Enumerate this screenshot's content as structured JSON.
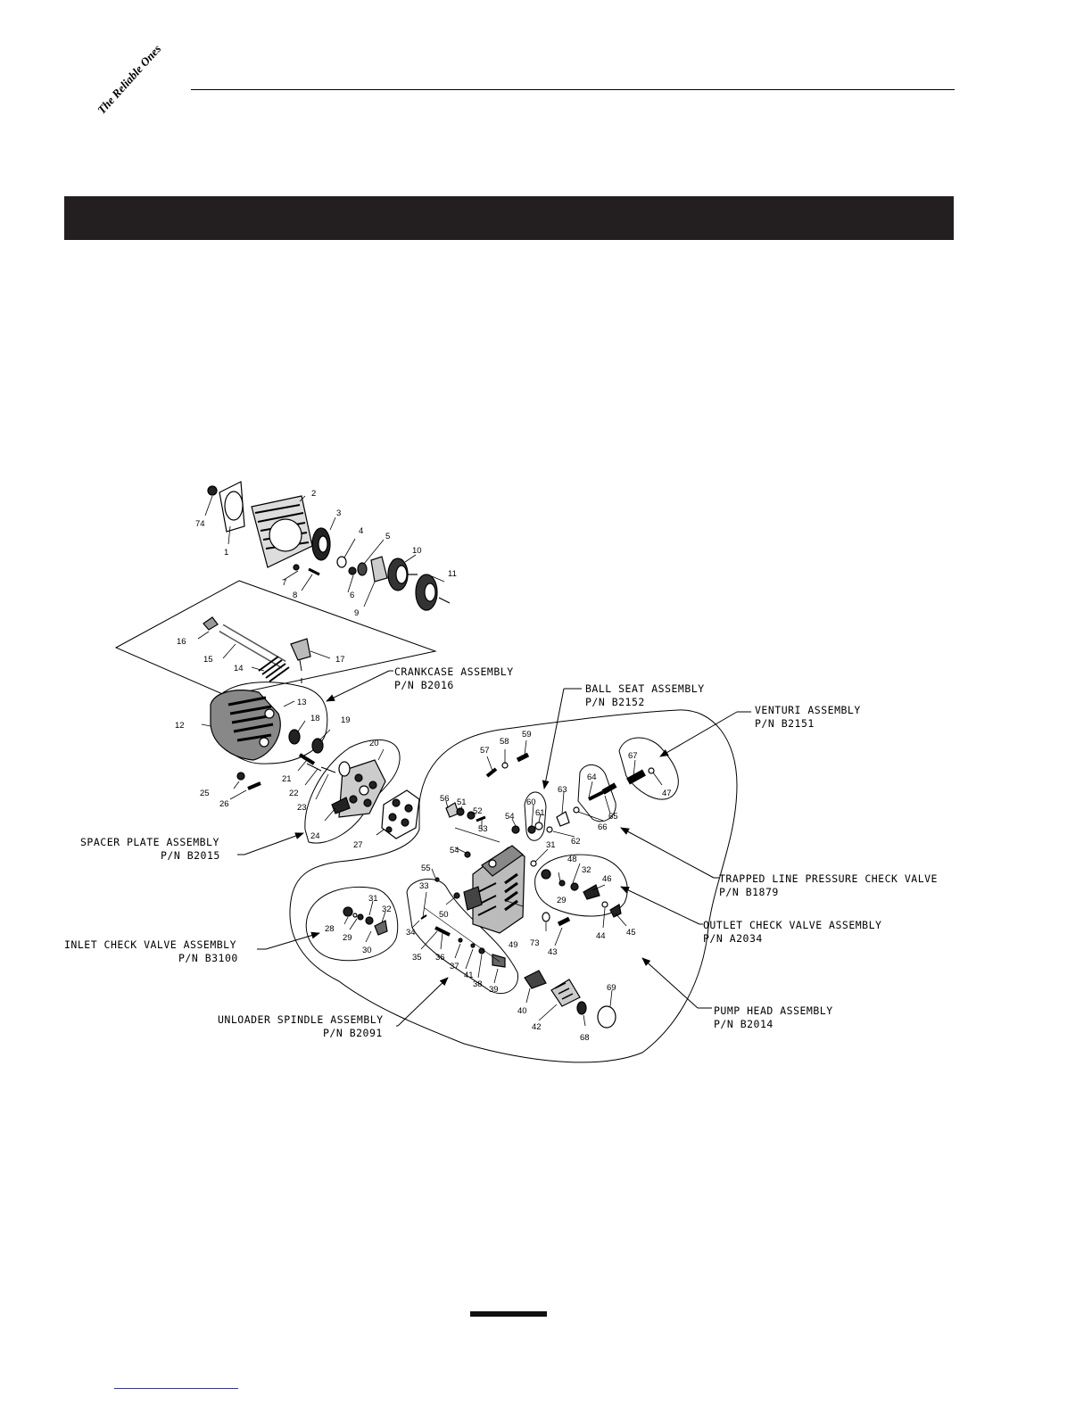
{
  "header": {
    "tagline": "The Reliable Ones"
  },
  "labels": {
    "crankcase": {
      "name": "CRANKCASE ASSEMBLY",
      "pn": "P/N  B2016"
    },
    "ball_seat": {
      "name": "BALL SEAT ASSEMBLY",
      "pn": "P/N  B2152"
    },
    "venturi": {
      "name": "VENTURI ASSEMBLY",
      "pn": "P/N  B2151"
    },
    "spacer_plate": {
      "name": "SPACER PLATE ASSEMBLY",
      "pn": "P/N  B2015"
    },
    "trapped_line": {
      "name": "TRAPPED LINE PRESSURE CHECK VALVE",
      "pn": "P/N  B1879"
    },
    "outlet_check": {
      "name": "OUTLET CHECK VALVE ASSEMBLY",
      "pn": "P/N  A2034"
    },
    "inlet_check": {
      "name": "INLET CHECK VALVE ASSEMBLY",
      "pn": "P/N  B3100"
    },
    "pump_head": {
      "name": "PUMP HEAD ASSEMBLY",
      "pn": "P/N  B2014"
    },
    "unloader": {
      "name": "UNLOADER SPINDLE ASSEMBLY",
      "pn": "P/N  B2091"
    }
  },
  "parts": {
    "p1": "1",
    "p2": "2",
    "p3": "3",
    "p4": "4",
    "p5": "5",
    "p6": "6",
    "p7": "7",
    "p8": "8",
    "p9": "9",
    "p10": "10",
    "p11": "11",
    "p12": "12",
    "p13": "13",
    "p14": "14",
    "p15": "15",
    "p16": "16",
    "p17": "17",
    "p18": "18",
    "p19": "19",
    "p20": "20",
    "p21": "21",
    "p22": "22",
    "p23": "23",
    "p24": "24",
    "p25": "25",
    "p26": "26",
    "p27": "27",
    "p28": "28",
    "p29a": "29",
    "p29b": "29",
    "p30": "30",
    "p31a": "31",
    "p31b": "31",
    "p32a": "32",
    "p32b": "32",
    "p33": "33",
    "p34": "34",
    "p35": "35",
    "p36": "36",
    "p37": "37",
    "p38": "38",
    "p39": "39",
    "p40": "40",
    "p41": "41",
    "p42": "42",
    "p43": "43",
    "p44": "44",
    "p45": "45",
    "p46": "46",
    "p47": "47",
    "p48": "48",
    "p49": "49",
    "p50": "50",
    "p51": "51",
    "p52": "52",
    "p53": "53",
    "p54a": "54",
    "p54b": "54",
    "p55": "55",
    "p56": "56",
    "p57": "57",
    "p58": "58",
    "p59": "59",
    "p60": "60",
    "p61": "61",
    "p62": "62",
    "p63": "63",
    "p64": "64",
    "p65": "65",
    "p66": "66",
    "p67": "67",
    "p68": "68",
    "p69": "69",
    "p73": "73",
    "p74": "74"
  }
}
